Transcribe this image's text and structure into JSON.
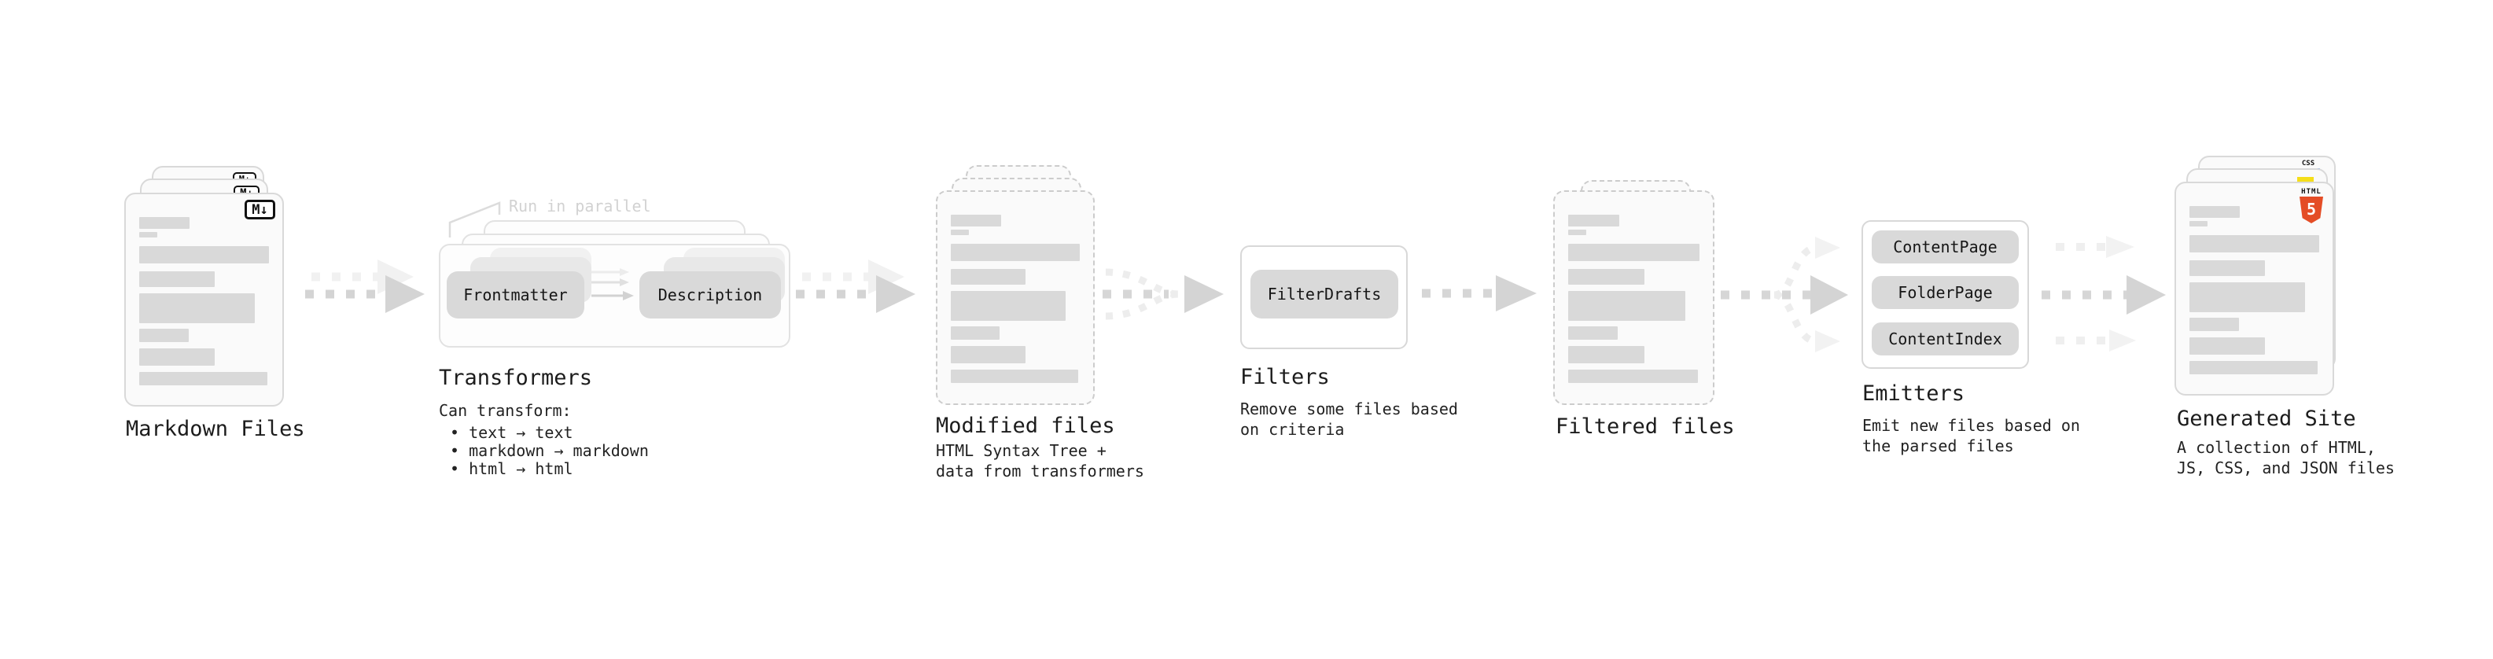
{
  "markdown_files": {
    "label": "Markdown Files",
    "badge": "M↓"
  },
  "transformers": {
    "annotation": "Run in parallel",
    "pills": [
      "Frontmatter",
      "Description"
    ],
    "label": "Transformers",
    "note": "Can transform:",
    "bullets": [
      "• text → text",
      "• markdown → markdown",
      "• html → html"
    ]
  },
  "modified_files": {
    "label": "Modified files",
    "description": "HTML Syntax Tree +\ndata from transformers"
  },
  "filters": {
    "pill": "FilterDrafts",
    "label": "Filters",
    "description": "Remove some files based\non criteria"
  },
  "filtered_files": {
    "label": "Filtered files"
  },
  "emitters": {
    "pills": [
      "ContentPage",
      "FolderPage",
      "ContentIndex"
    ],
    "label": "Emitters",
    "description": "Emit new files based on\nthe parsed files"
  },
  "generated_site": {
    "label": "Generated Site",
    "description": "A collection of HTML,\nJS, CSS, and JSON files",
    "css_badge": "CSS",
    "html_badge_word": "HTML",
    "html_badge_number": "5"
  },
  "colors": {
    "html5_orange": "#e44d26",
    "js_yellow": "#f5de19",
    "css_blue": "#2b6ff3"
  }
}
